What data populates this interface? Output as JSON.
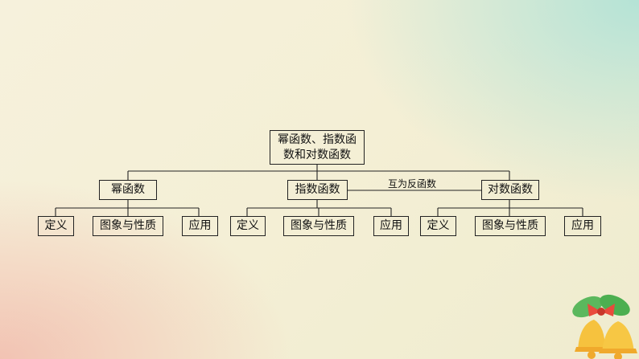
{
  "root": {
    "label": "幂函数、指数函数和对数函数"
  },
  "branches": [
    {
      "label": "幂函数",
      "children": [
        "定义",
        "图象与性质",
        "应用"
      ]
    },
    {
      "label": "指数函数",
      "children": [
        "定义",
        "图象与性质",
        "应用"
      ]
    },
    {
      "label": "对数函数",
      "children": [
        "定义",
        "图象与性质",
        "应用"
      ]
    }
  ],
  "relation": {
    "label": "互为反函数"
  },
  "decoration": {
    "icon": "christmas-bells-icon",
    "colors": [
      "#f6c23e",
      "#e94b3c",
      "#4caf50"
    ]
  }
}
